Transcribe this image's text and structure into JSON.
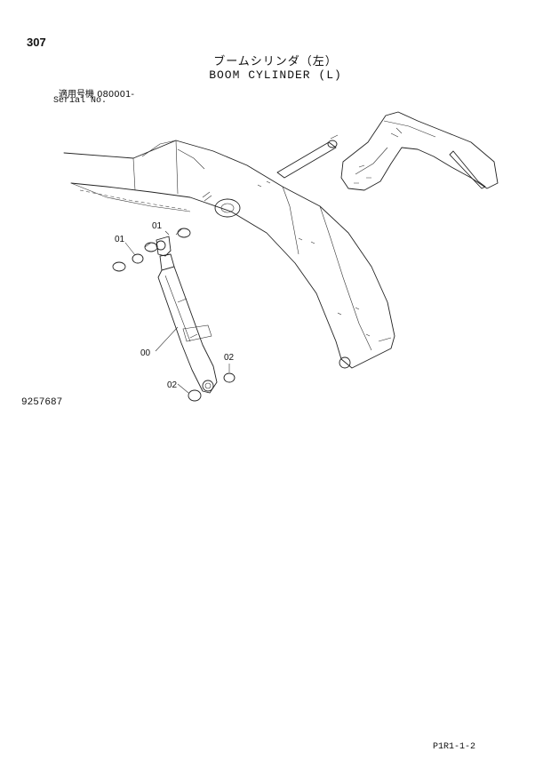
{
  "header": {
    "page_number": "307",
    "title_jp": "ブームシリンダ（左）",
    "title_en": "BOOM CYLINDER (L)",
    "serial_label_jp": "適用号機  080001-",
    "serial_label_en": "Serial No."
  },
  "illustration": {
    "callouts": [
      "01",
      "01",
      "00",
      "02",
      "02"
    ]
  },
  "footer": {
    "drawing_number": "9257687",
    "page_code": "P1R1-1-2"
  }
}
